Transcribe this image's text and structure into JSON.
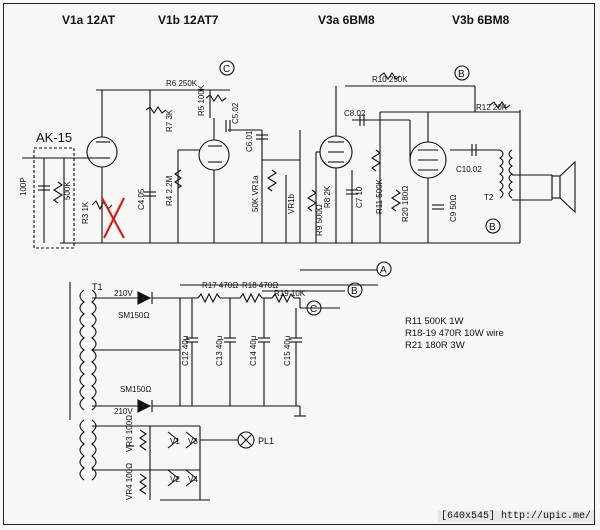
{
  "tube_headers": [
    "V1a 12AT",
    "V1b 12AT7",
    "V3a 6BM8",
    "V3b 6BM8"
  ],
  "input_label": "AK-15",
  "components_upper": {
    "c_100p": "100P",
    "r_500k_in": "500K",
    "r3": "R3 1K",
    "r6": "R6 250K",
    "r7": "R7 3K",
    "r5": "R5 100K",
    "c5": "C5.02",
    "c4": "C4.05",
    "r4": "R4 2.2M",
    "c6": "C6.01",
    "vr1a": "50K VR1a",
    "vr1b": "VR1b",
    "r9": "R9 500Ω",
    "r8": "R8 2K",
    "c7": "C7 10",
    "c8": "C8.02",
    "r10": "R10 250K",
    "r11": "R11 500K",
    "r20": "R20 180Ω",
    "c9": "C9 50Ω",
    "r12": "R12 20K",
    "c10": "C10.02",
    "t2": "T2"
  },
  "components_supply": {
    "t1": "T1",
    "v210_top": "210V",
    "v210_bot": "210V",
    "sm_top": "SM150Ω",
    "sm_bot": "SM150Ω",
    "r17": "R17 470Ω",
    "r18": "R18 470Ω",
    "r19": "R19 10K",
    "c12": "C12 40μ",
    "c13": "C13 40μ",
    "c14": "C14 40μ",
    "c15": "C15 40μ",
    "vr3": "VR3 100Ω",
    "vr4": "VR4 100Ω",
    "v1": "V1",
    "v2": "V2",
    "v3": "V3",
    "v4": "V4",
    "pl1": "PL1"
  },
  "nodes": [
    "A",
    "B",
    "C"
  ],
  "notes": [
    "R11 500K 1W",
    "R18-19 470R 10W wire",
    "R21 180R 3W"
  ],
  "credit": "[640x545] http://upic.me/"
}
